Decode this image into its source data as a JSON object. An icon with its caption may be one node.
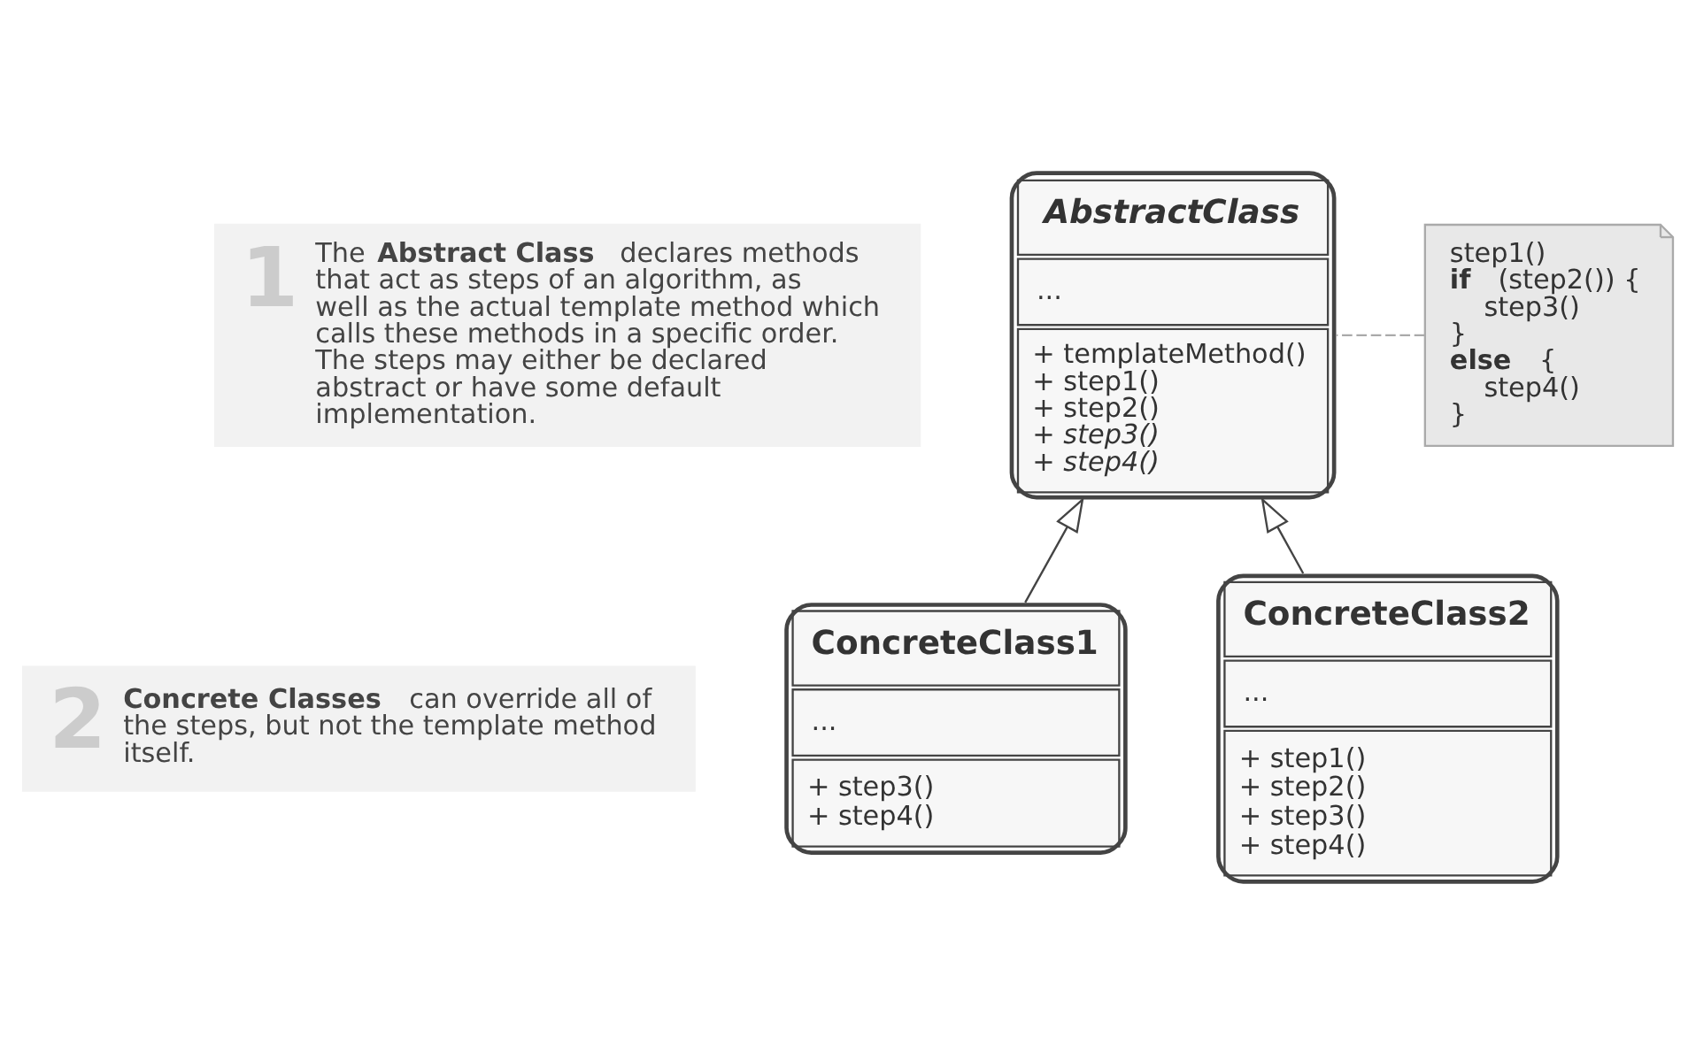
{
  "diagram": {
    "nodes": [
      {
        "text": [
          "1",
          "The **Abstract Class** declares methods that act as steps of an algorithm, as well as the actual template method which calls these methods in a specific order. The steps may either be declared abstract or have some default implementation."
        ]
      },
      {
        "text": [
          "2",
          "**Concrete Classes** can override all of the steps, but not the template method itself."
        ]
      },
      {
        "text": [
          "AbstractClass",
          "...",
          "+ templateMethod()",
          "+ step1()",
          "+ step2()",
          "+ step3()",
          "+ step4()"
        ]
      },
      {
        "text": [
          "ConcreteClass1",
          "...",
          "+ step3()",
          "+ step4()"
        ]
      },
      {
        "text": [
          "ConcreteClass2",
          "...",
          "+ step1()",
          "+ step2()",
          "+ step3()",
          "+ step4()"
        ]
      },
      {
        "text": [
          "step1()",
          "**if** (step2()) {",
          "step3()",
          "}",
          "**else** {",
          "step4()",
          "}"
        ]
      }
    ],
    "edges": [
      {
        "from": 3,
        "to": 2,
        "arrow": "to"
      },
      {
        "from": 4,
        "to": 2,
        "arrow": "to"
      },
      {
        "from": 5,
        "to": 2,
        "arrow": "none",
        "style": "dashed",
        "color": "#aaaaaa"
      }
    ]
  }
}
